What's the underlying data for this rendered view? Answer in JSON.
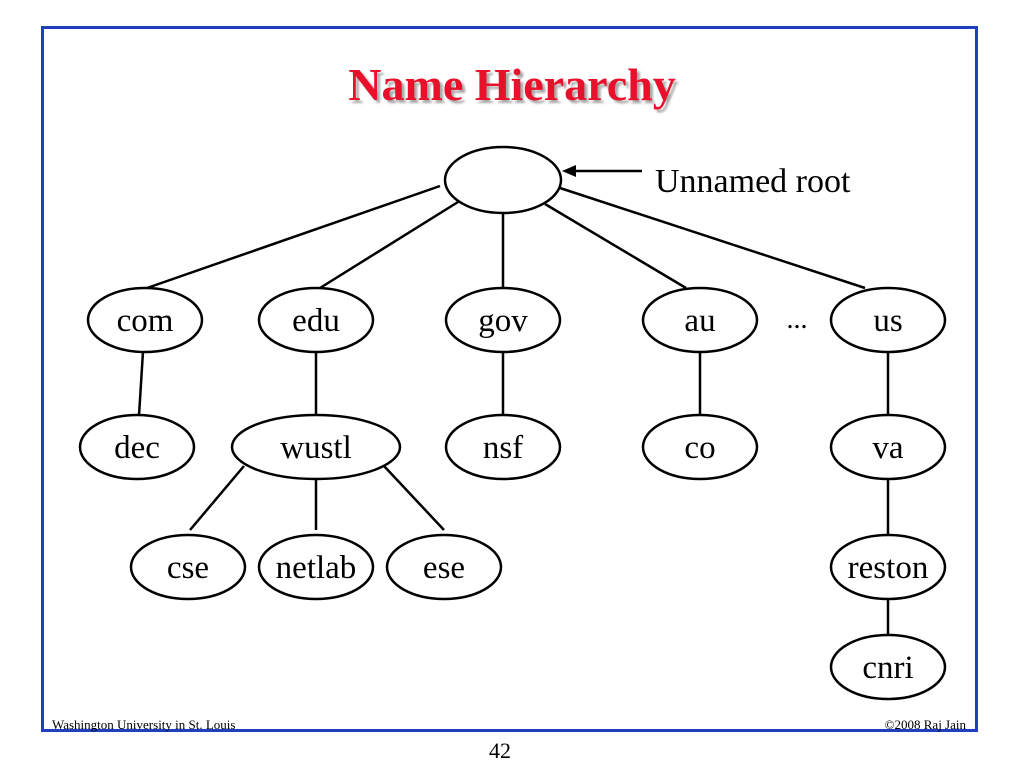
{
  "title": "Name Hierarchy",
  "root_label": "Unnamed root",
  "ellipsis": "...",
  "nodes": [
    {
      "id": "root",
      "label": ""
    },
    {
      "id": "com",
      "label": "com"
    },
    {
      "id": "edu",
      "label": "edu"
    },
    {
      "id": "gov",
      "label": "gov"
    },
    {
      "id": "au",
      "label": "au"
    },
    {
      "id": "us",
      "label": "us"
    },
    {
      "id": "dec",
      "label": "dec"
    },
    {
      "id": "wustl",
      "label": "wustl"
    },
    {
      "id": "nsf",
      "label": "nsf"
    },
    {
      "id": "co",
      "label": "co"
    },
    {
      "id": "va",
      "label": "va"
    },
    {
      "id": "cse",
      "label": "cse"
    },
    {
      "id": "netlab",
      "label": "netlab"
    },
    {
      "id": "ese",
      "label": "ese"
    },
    {
      "id": "reston",
      "label": "reston"
    },
    {
      "id": "cnri",
      "label": "cnri"
    }
  ],
  "edges": [
    [
      "root",
      "com"
    ],
    [
      "root",
      "edu"
    ],
    [
      "root",
      "gov"
    ],
    [
      "root",
      "au"
    ],
    [
      "root",
      "us"
    ],
    [
      "com",
      "dec"
    ],
    [
      "edu",
      "wustl"
    ],
    [
      "gov",
      "nsf"
    ],
    [
      "au",
      "co"
    ],
    [
      "us",
      "va"
    ],
    [
      "wustl",
      "cse"
    ],
    [
      "wustl",
      "netlab"
    ],
    [
      "wustl",
      "ese"
    ],
    [
      "va",
      "reston"
    ],
    [
      "reston",
      "cnri"
    ]
  ],
  "footer": {
    "left": "Washington University in St. Louis",
    "right": "©2008 Raj Jain"
  },
  "page_number": "42"
}
